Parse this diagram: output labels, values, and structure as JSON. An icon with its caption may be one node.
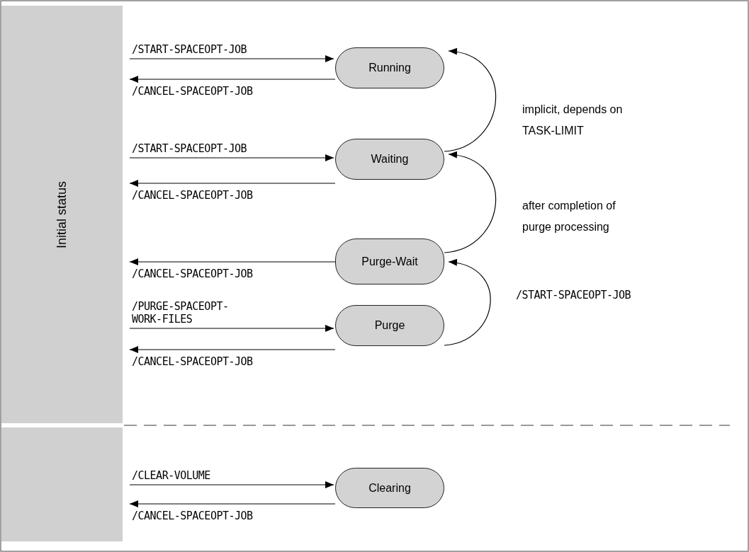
{
  "diagram": {
    "nodes": [
      {
        "text": [
          "Initial status"
        ]
      },
      {
        "text": [
          "Running"
        ]
      },
      {
        "text": [
          "Waiting"
        ]
      },
      {
        "text": [
          "Purge-Wait"
        ]
      },
      {
        "text": [
          "Purge"
        ]
      },
      {
        "text": [],
        "shape": "bar"
      },
      {
        "text": [
          "Clearing"
        ]
      }
    ],
    "edges": [
      {
        "from": 0,
        "to": 1,
        "arrow": "to",
        "label": "/START-SPACEOPT-JOB"
      },
      {
        "from": 1,
        "to": 0,
        "arrow": "to",
        "label": "/CANCEL-SPACEOPT-JOB"
      },
      {
        "from": 0,
        "to": 2,
        "arrow": "to",
        "label": "/START-SPACEOPT-JOB"
      },
      {
        "from": 2,
        "to": 0,
        "arrow": "to",
        "label": "/CANCEL-SPACEOPT-JOB"
      },
      {
        "from": 3,
        "to": 0,
        "arrow": "to",
        "label": "/CANCEL-SPACEOPT-JOB"
      },
      {
        "from": 0,
        "to": 4,
        "arrow": "to",
        "label": "/PURGE-SPACEOPT- WORK-FILES"
      },
      {
        "from": 4,
        "to": 0,
        "arrow": "to",
        "label": "/CANCEL-SPACEOPT-JOB"
      },
      {
        "from": 5,
        "to": 6,
        "arrow": "to",
        "label": "/CLEAR-VOLUME"
      },
      {
        "from": 6,
        "to": 5,
        "arrow": "to",
        "label": "/CANCEL-SPACEOPT-JOB"
      },
      {
        "from": 2,
        "to": 1,
        "arrow": "to",
        "label": "implicit, depends on TASK-LIMIT"
      },
      {
        "from": 3,
        "to": 2,
        "arrow": "to",
        "label": "after completion of purge processing"
      },
      {
        "from": 4,
        "to": 3,
        "arrow": "to",
        "label": "/START-SPACEOPT-JOB"
      }
    ]
  }
}
